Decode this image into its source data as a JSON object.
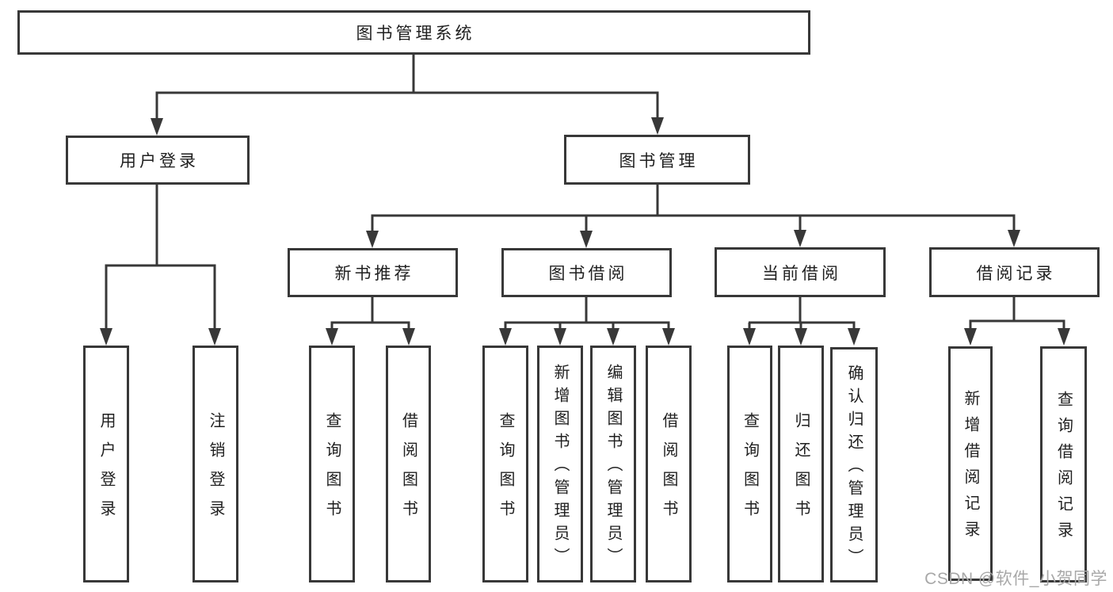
{
  "diagram": {
    "title": "图书管理系统",
    "level2": {
      "user_login": "用户登录",
      "book_mgmt": "图书管理"
    },
    "level3": {
      "new_books": "新书推荐",
      "book_borrow": "图书借阅",
      "current_borrow": "当前借阅",
      "borrow_records": "借阅记录"
    },
    "leaves": {
      "user_login": "用户登录",
      "logout": "注销登录",
      "nb_query_books": "查询图书",
      "nb_borrow_books": "借阅图书",
      "bb_query_books": "查询图书",
      "bb_add_books": "新增图书（管理员）",
      "bb_edit_books": "编辑图书（管理员）",
      "bb_borrow_books": "借阅图书",
      "cb_query_books": "查询图书",
      "cb_return_books": "归还图书",
      "cb_confirm_return": "确认归还（管理员）",
      "br_add_record": "新增借阅记录",
      "br_query_record": "查询借阅记录"
    },
    "watermark": "CSDN @软件_小贺同学",
    "colors": {
      "line": "#383838",
      "text": "#1f1f1f",
      "background": "#ffffff",
      "watermark": "#a8a8a8"
    }
  }
}
